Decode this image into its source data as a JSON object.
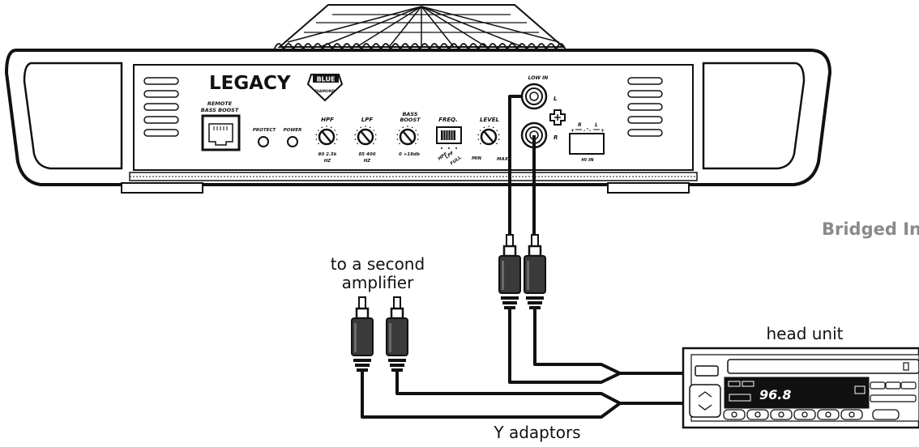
{
  "colors": {
    "ink": "#111111",
    "plug": "#3a3a3a",
    "gray_text": "#8a8a8a",
    "lcd_bg": "#111111",
    "lcd_text": "#ffffff"
  },
  "amplifier": {
    "brand": "LEGACY",
    "logo_text_top": "BLUE",
    "logo_text_bottom": "DIAMOND",
    "remote_label": "REMOTE BASS BOOST",
    "protect_label": "PROTECT",
    "power_label": "POWER",
    "hpf": {
      "label": "HPF",
      "range": "80  2.5k",
      "unit": "HZ"
    },
    "lpf": {
      "label": "LPF",
      "range": "85  400",
      "unit": "HZ"
    },
    "bass_boost": {
      "label": "BASS BOOST",
      "range": "0  +18db"
    },
    "freq": {
      "label": "FREQ.",
      "options": [
        "HPF",
        "LPF",
        "FULL"
      ]
    },
    "level": {
      "label": "LEVEL",
      "min": "MIN",
      "max": "MAX"
    },
    "low_in_label": "LOW IN",
    "channel_left": "L",
    "channel_right": "R",
    "hi_in_label": "HI IN",
    "hi_in_terminals": [
      "+",
      "R",
      "-",
      "-",
      "L",
      "+"
    ]
  },
  "section_title": "Bridged In",
  "labels": {
    "second_amp": "to a second amplifier",
    "head_unit": "head unit",
    "y_adaptors": "Y adaptors"
  },
  "head_unit": {
    "display_value": "96.8"
  }
}
